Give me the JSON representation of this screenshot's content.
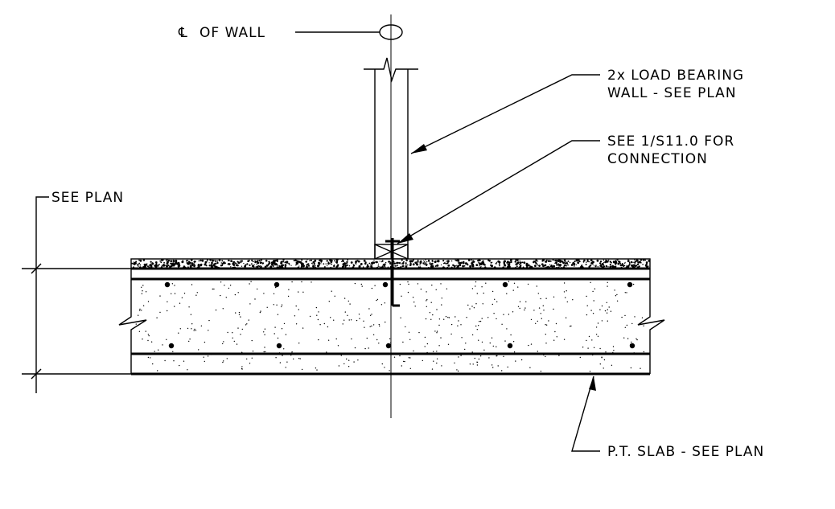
{
  "labels": {
    "centerline_symbol": "℄",
    "centerline": "OF WALL",
    "wall_line1": "2x LOAD BEARING",
    "wall_line2": "WALL - SEE PLAN",
    "connection_line1": "SEE 1/S11.0 FOR",
    "connection_line2": "CONNECTION",
    "dimension": "SEE PLAN",
    "slab": "P.T. SLAB - SEE PLAN"
  },
  "colors": {
    "ink": "#000000",
    "background": "#ffffff"
  }
}
